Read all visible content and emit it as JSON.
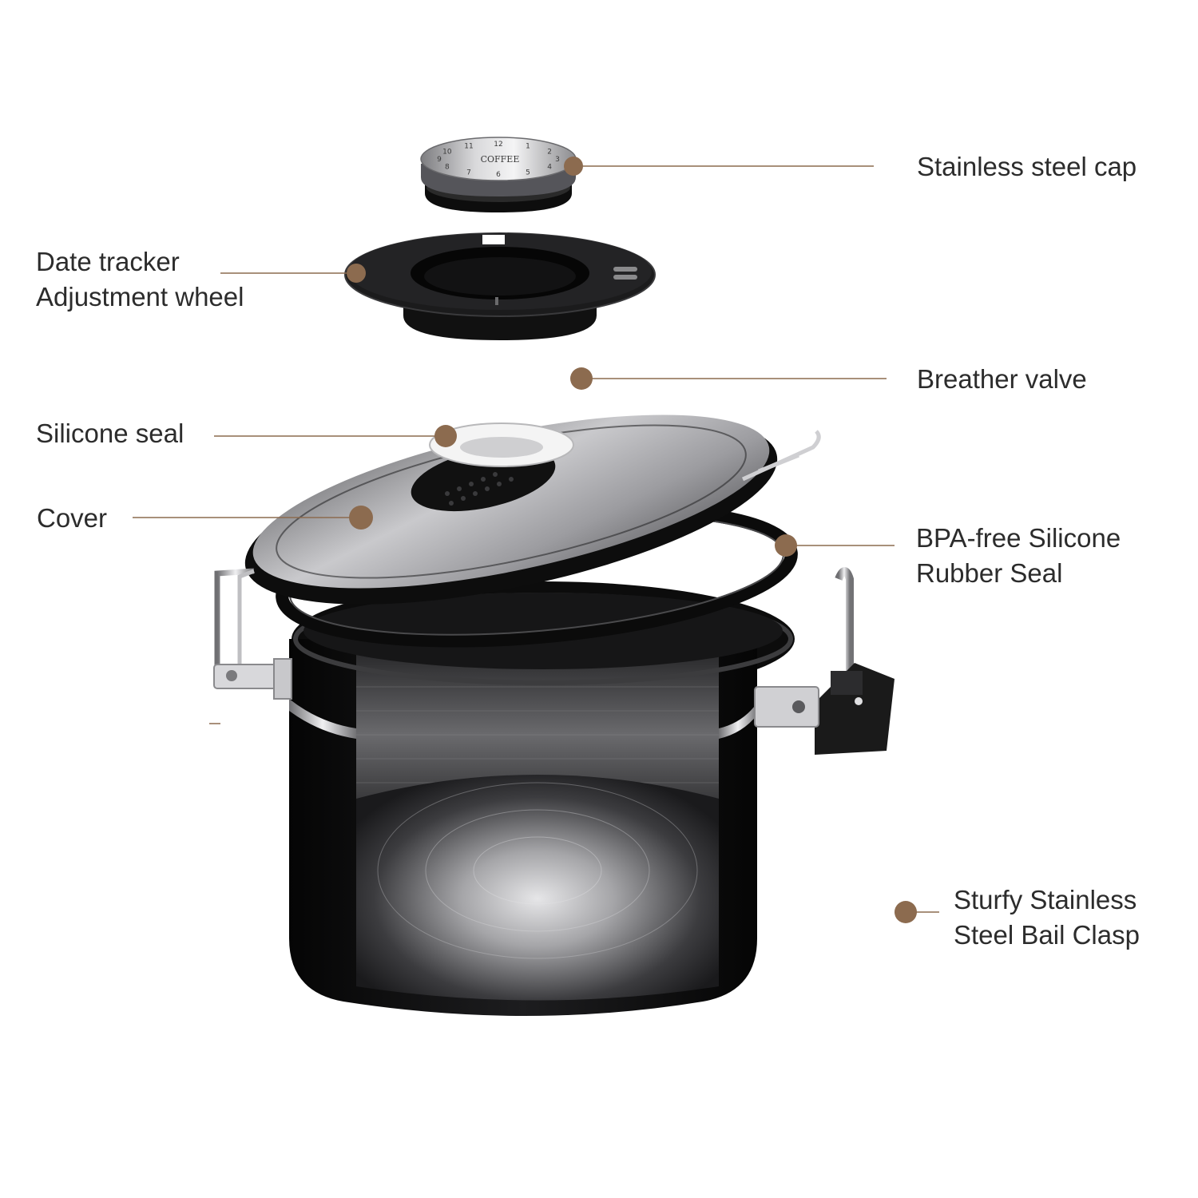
{
  "colors": {
    "callout": "#8c6b4f",
    "text": "#2c2c2c",
    "body": "#141414",
    "steel": "#a9a9ab"
  },
  "cap": {
    "face_text": "COFFEE",
    "numbers": [
      "12",
      "1",
      "2",
      "3",
      "4",
      "5",
      "6",
      "7",
      "8",
      "9",
      "10",
      "11"
    ]
  },
  "labels": {
    "stainless_steel_cap": "Stainless steel cap",
    "date_tracker_line1": "Date tracker",
    "date_tracker_line2": "Adjustment wheel",
    "breather_valve": "Breather valve",
    "silicone_seal": "Silicone seal",
    "cover": "Cover",
    "bpa_free_line1": "BPA-free Silicone",
    "bpa_free_line2": "Rubber Seal",
    "bail_clasp_line1": "Sturfy Stainless",
    "bail_clasp_line2": "Steel Bail Clasp"
  }
}
